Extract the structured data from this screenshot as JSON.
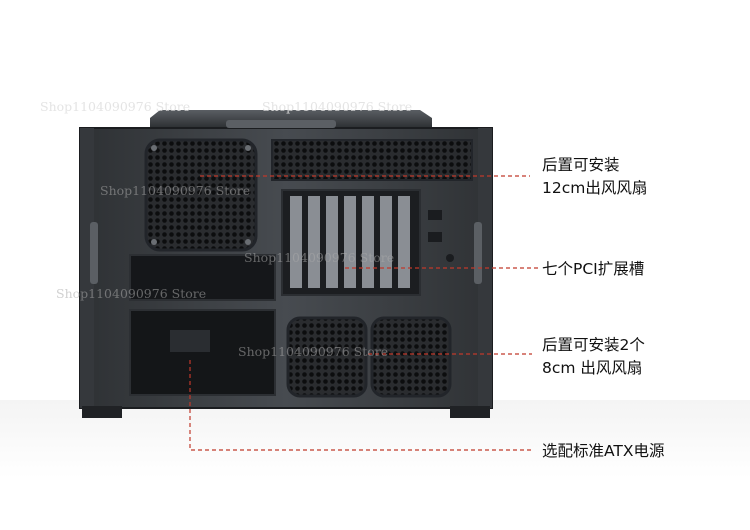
{
  "watermark_text": "Shop1104090976 Store",
  "callouts": {
    "rear_fan_120": {
      "line1": "后置可安装",
      "line2": "12cm出风风扇"
    },
    "pci_slots": {
      "line1": "七个PCI扩展槽"
    },
    "rear_fan_80": {
      "line1": "后置可安装2个",
      "line2": "8cm 出风风扇"
    },
    "psu": {
      "line1": "选配标准ATX电源"
    }
  },
  "colors": {
    "leader_line": "#c0392b",
    "case_body": "#3c3f43",
    "case_dark": "#1e2023"
  }
}
